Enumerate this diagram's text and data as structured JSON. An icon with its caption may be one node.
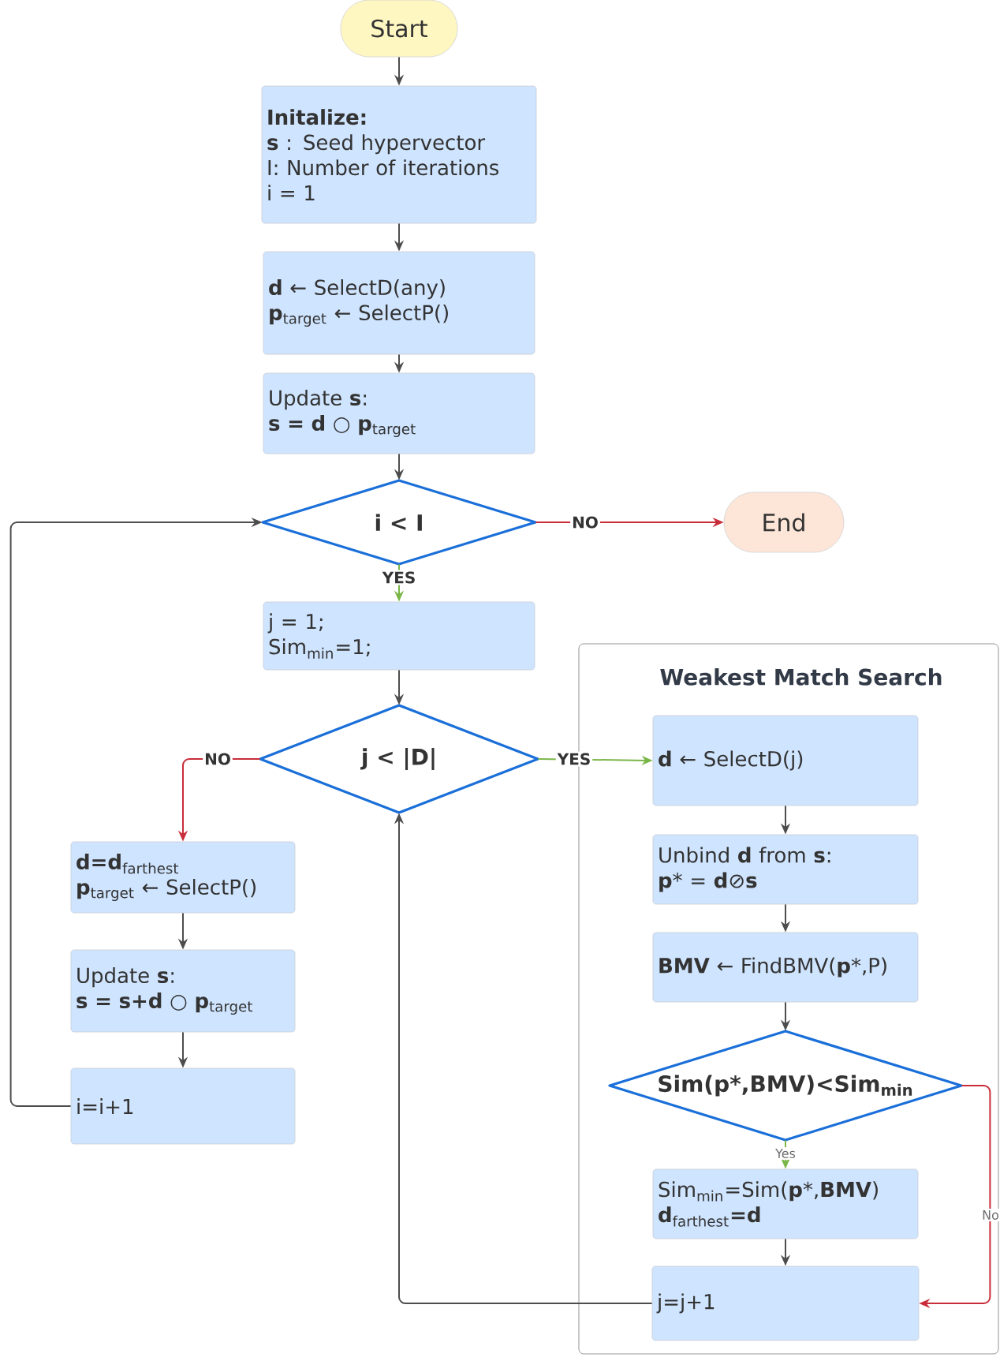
{
  "diagram": {
    "nodes": [
      {
        "text": [
          "Start"
        ]
      },
      {
        "text": [
          "Initalize:",
          "**s** : Seed hypervector",
          "I: Number of iterations",
          "i = 1"
        ]
      },
      {
        "text": [
          "**d** ← SelectD(any)",
          "**p**$_{target}$ ← SelectP()"
        ]
      },
      {
        "text": [
          "Update **s**:",
          "**s = d** ○ **p**$_{target}$"
        ]
      },
      {
        "text": [
          "i < I"
        ]
      },
      {
        "text": [
          "End"
        ]
      },
      {
        "text": [
          "j = 1;",
          "Sim$_{min}$=1;"
        ]
      },
      {
        "text": [
          "j < |D|"
        ]
      },
      {
        "text": [
          "Weakest Match Search"
        ]
      },
      {
        "text": [
          "**d** ← SelectD(j)"
        ],
        "in": 8
      },
      {
        "text": [
          "Unbind **d** from **s**:",
          "**p*** = **d**⊘**s**"
        ],
        "in": 8
      },
      {
        "text": [
          "**BMV** ← FindBMV(**p***,P)"
        ],
        "in": 8
      },
      {
        "text": [
          "Sim(p*,BMV)<Sim$_{min}$"
        ],
        "in": 8
      },
      {
        "text": [
          "Sim$_{min}$=Sim(**p***,**BMV**)",
          "**d**$_{farthest}$**=d**"
        ],
        "in": 8
      },
      {
        "text": [
          "j=j+1"
        ],
        "in": 8
      },
      {
        "text": [
          "**d=d**$_{farthest}$",
          "**p**$_{target}$ ← SelectP()"
        ]
      },
      {
        "text": [
          "Update **s**:",
          "**s = s+d** ○ **p**$_{target}$"
        ]
      },
      {
        "text": [
          "i=i+1"
        ]
      }
    ],
    "edges": [
      {
        "from": 0,
        "to": 1,
        "arrow": "to"
      },
      {
        "from": 1,
        "to": 2,
        "arrow": "to"
      },
      {
        "from": 2,
        "to": 3,
        "arrow": "to"
      },
      {
        "from": 3,
        "to": 4,
        "arrow": "to"
      },
      {
        "from": 4,
        "to": 5,
        "arrow": "to",
        "label": "NO",
        "color": "#c92d39"
      },
      {
        "from": 4,
        "to": 6,
        "arrow": "to",
        "label": "YES",
        "color": "#7ab648"
      },
      {
        "from": 6,
        "to": 7,
        "arrow": "to"
      },
      {
        "from": 7,
        "to": 9,
        "arrow": "to",
        "label": "YES",
        "color": "#7ab648"
      },
      {
        "from": 7,
        "to": 15,
        "arrow": "to",
        "label": "NO",
        "color": "#c92d39"
      },
      {
        "from": 9,
        "to": 10,
        "arrow": "to"
      },
      {
        "from": 10,
        "to": 11,
        "arrow": "to"
      },
      {
        "from": 11,
        "to": 12,
        "arrow": "to"
      },
      {
        "from": 12,
        "to": 13,
        "arrow": "to",
        "label": "Yes",
        "color": "#7ab648"
      },
      {
        "from": 12,
        "to": 14,
        "arrow": "to",
        "label": "No",
        "color": "#c92d39"
      },
      {
        "from": 13,
        "to": 14,
        "arrow": "to"
      },
      {
        "from": 14,
        "to": 7,
        "arrow": "to"
      },
      {
        "from": 15,
        "to": 16,
        "arrow": "to"
      },
      {
        "from": 16,
        "to": 17,
        "arrow": "to"
      },
      {
        "from": 17,
        "to": 4,
        "arrow": "to"
      }
    ]
  }
}
